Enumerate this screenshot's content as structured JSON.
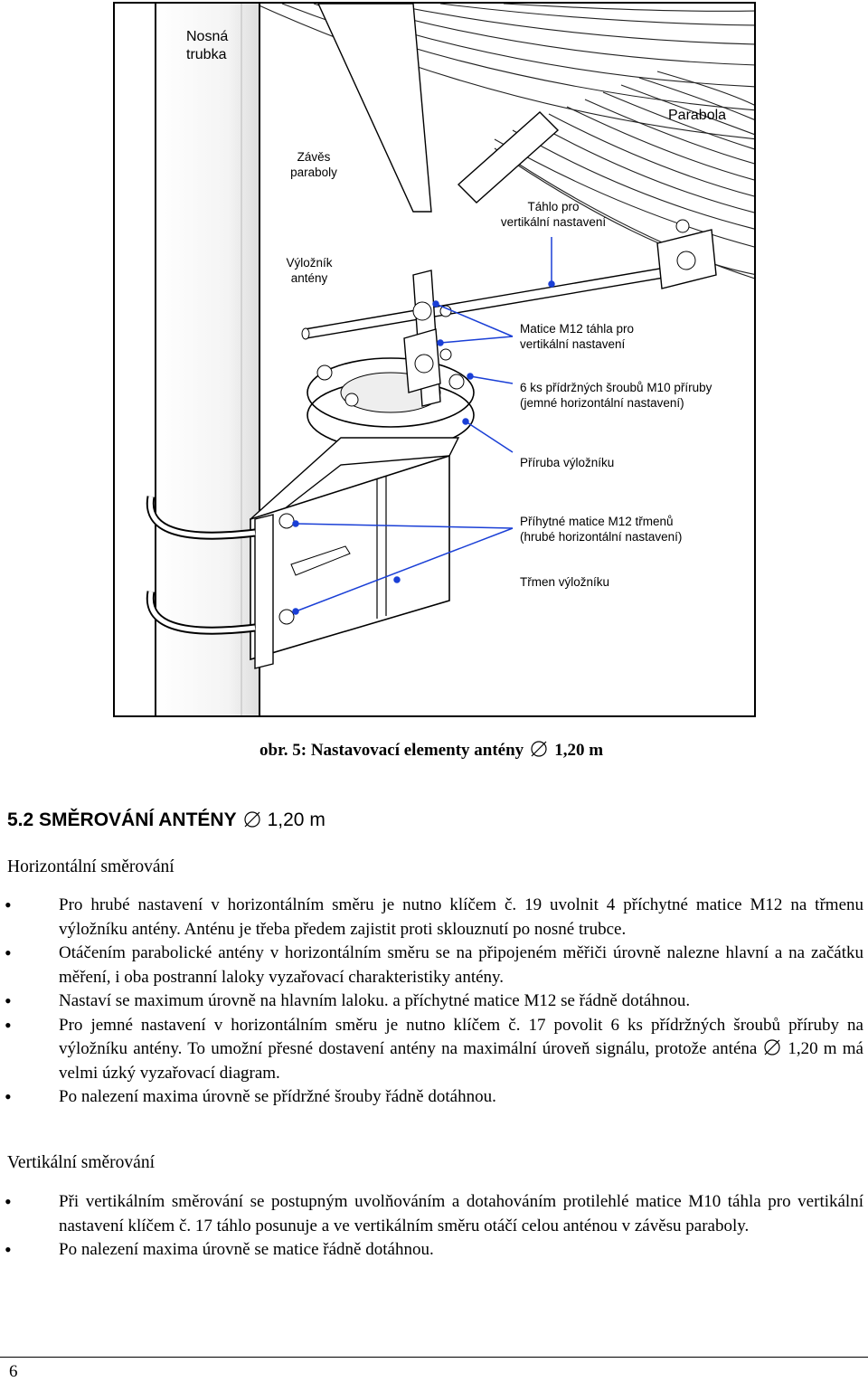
{
  "figure": {
    "labels": {
      "nosna": "Nosná\ntrubka",
      "parabola": "Parabola",
      "zaves": "Závěs\nparaboly",
      "tahlo": "Táhlo pro\nvertikální nastavení",
      "vyloznik": "Výložník\nantény",
      "matice_m12": "Matice M12 táhla pro\nvertikální nastavení",
      "srouby": "6 ks přídržných šroubů M10 příruby\n(jemné horizontální nastavení)",
      "priruba": "Příruba výložníku",
      "prihytne": "Příhytné matice M12 třmenů\n(hrubé horizontální nastavení)",
      "trmen": "Třmen výložníku"
    },
    "caption": "obr. 5: Nastavovací elementy antény",
    "caption_size": "1,20 m"
  },
  "section": {
    "number_title": "5.2 SMĚROVÁNÍ ANTÉNY",
    "size": "1,20 m"
  },
  "horizontal": {
    "heading": "Horizontální směrování",
    "items": [
      "Pro hrubé nastavení v horizontálním směru je nutno klíčem č. 19 uvolnit 4 příchytné matice M12 na třmenu výložníku antény. Anténu je třeba předem zajistit proti sklouznutí po nosné trubce.",
      "Otáčením parabolické antény v horizontálním směru se na připojeném měřiči úrovně nalezne hlavní a na začátku měření, i oba postranní laloky vyzařovací charakteristiky antény.",
      "Nastaví se maximum úrovně na hlavním laloku. a příchytné matice M12 se řádně dotáhnou.",
      "Pro jemné nastavení v horizontálním směru je nutno klíčem č. 17 povolit 6 ks přídržných šroubů příruby na výložníku antény. To umožní přesné dostavení antény na maximální úroveň signálu, protože anténa",
      "Po nalezení maxima úrovně se přídržné šrouby řádně dotáhnou."
    ],
    "item4_size": "1,20 m",
    "item4_tail": "má velmi úzký vyzařovací diagram."
  },
  "vertical": {
    "heading": "Vertikální směrování",
    "items": [
      "Při vertikálním směrování se postupným uvolňováním a dotahováním protilehlé matice M10 táhla pro vertikální nastavení klíčem č. 17 táhlo posunuje a ve vertikálním směru otáčí celou anténou v závěsu paraboly.",
      "Po nalezení maxima úrovně se matice řádně dotáhnou."
    ]
  },
  "footer": {
    "page_number": "6"
  }
}
